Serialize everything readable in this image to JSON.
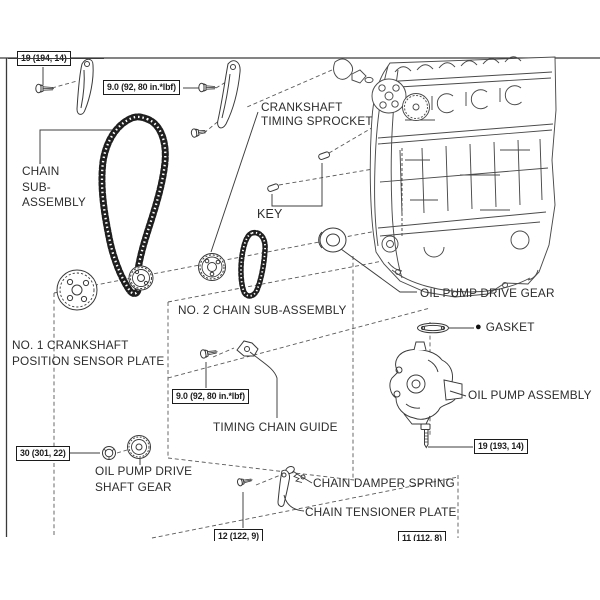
{
  "diagram": {
    "background": "#ffffff",
    "line_color": "#3d3d3d",
    "part_labels": {
      "crankshaft_timing_sprocket": {
        "line1": "CRANKSHAFT",
        "line2": "TIMING SPROCKET"
      },
      "chain_sub_assembly": {
        "line1": "CHAIN",
        "line2": "SUB-",
        "line3": "ASSEMBLY"
      },
      "key": "KEY",
      "oil_pump_drive_gear": "OIL PUMP DRIVE GEAR",
      "gasket_bullet": "●",
      "gasket": "GASKET",
      "no2_chain_sub_assembly": "NO. 2 CHAIN SUB-ASSEMBLY",
      "no1_crankshaft_position_sensor_plate": {
        "line1": "NO. 1 CRANKSHAFT",
        "line2": "POSITION SENSOR PLATE"
      },
      "oil_pump_assembly": "OIL PUMP ASSEMBLY",
      "timing_chain_guide": "TIMING CHAIN GUIDE",
      "oil_pump_drive_shaft_gear": {
        "line1": "OIL PUMP DRIVE",
        "line2": "SHAFT GEAR"
      },
      "chain_damper_spring": "CHAIN DAMPER SPRING",
      "chain_tensioner_plate": "CHAIN TENSIONER PLATE"
    },
    "torque_specs": {
      "top_left": "19 (194, 14)",
      "upper_bolt": "9.0 (92, 80 in.*lbf)",
      "guide_bolt": "9.0 (92, 80 in.*lbf)",
      "crank_nut": "30 (301, 22)",
      "oil_pump_bolt": "19 (193, 14)",
      "bottom_left": "12 (122, 9)",
      "bottom_right": "11 (112, 8)"
    }
  }
}
